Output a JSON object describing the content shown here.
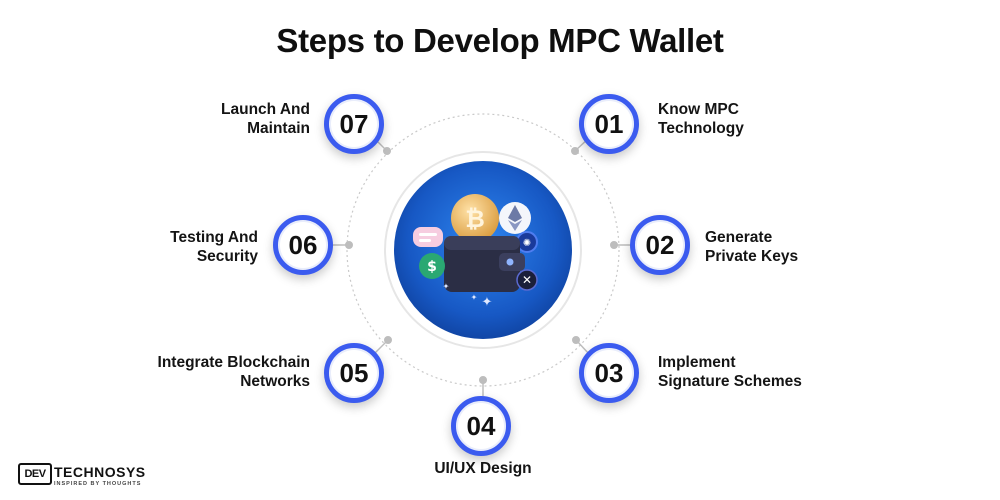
{
  "title": "Steps to Develop MPC Wallet",
  "colors": {
    "accent": "#3b5bef",
    "wallet_bg": "#1f6fd6",
    "text": "#111111"
  },
  "center_image": "crypto-wallet-illustration",
  "steps": [
    {
      "number": "01",
      "line1": "Know MPC",
      "line2": "Technology"
    },
    {
      "number": "02",
      "line1": "Generate",
      "line2": "Private Keys"
    },
    {
      "number": "03",
      "line1": "Implement",
      "line2": "Signature Schemes"
    },
    {
      "number": "04",
      "line1": "UI/UX Design",
      "line2": ""
    },
    {
      "number": "05",
      "line1": "Integrate Blockchain",
      "line2": "Networks"
    },
    {
      "number": "06",
      "line1": "Testing And",
      "line2": "Security"
    },
    {
      "number": "07",
      "line1": "Launch And",
      "line2": "Maintain"
    }
  ],
  "logo": {
    "mark": "DEV",
    "name": "TECHNOSYS",
    "tagline": "INSPIRED BY THOUGHTS"
  }
}
